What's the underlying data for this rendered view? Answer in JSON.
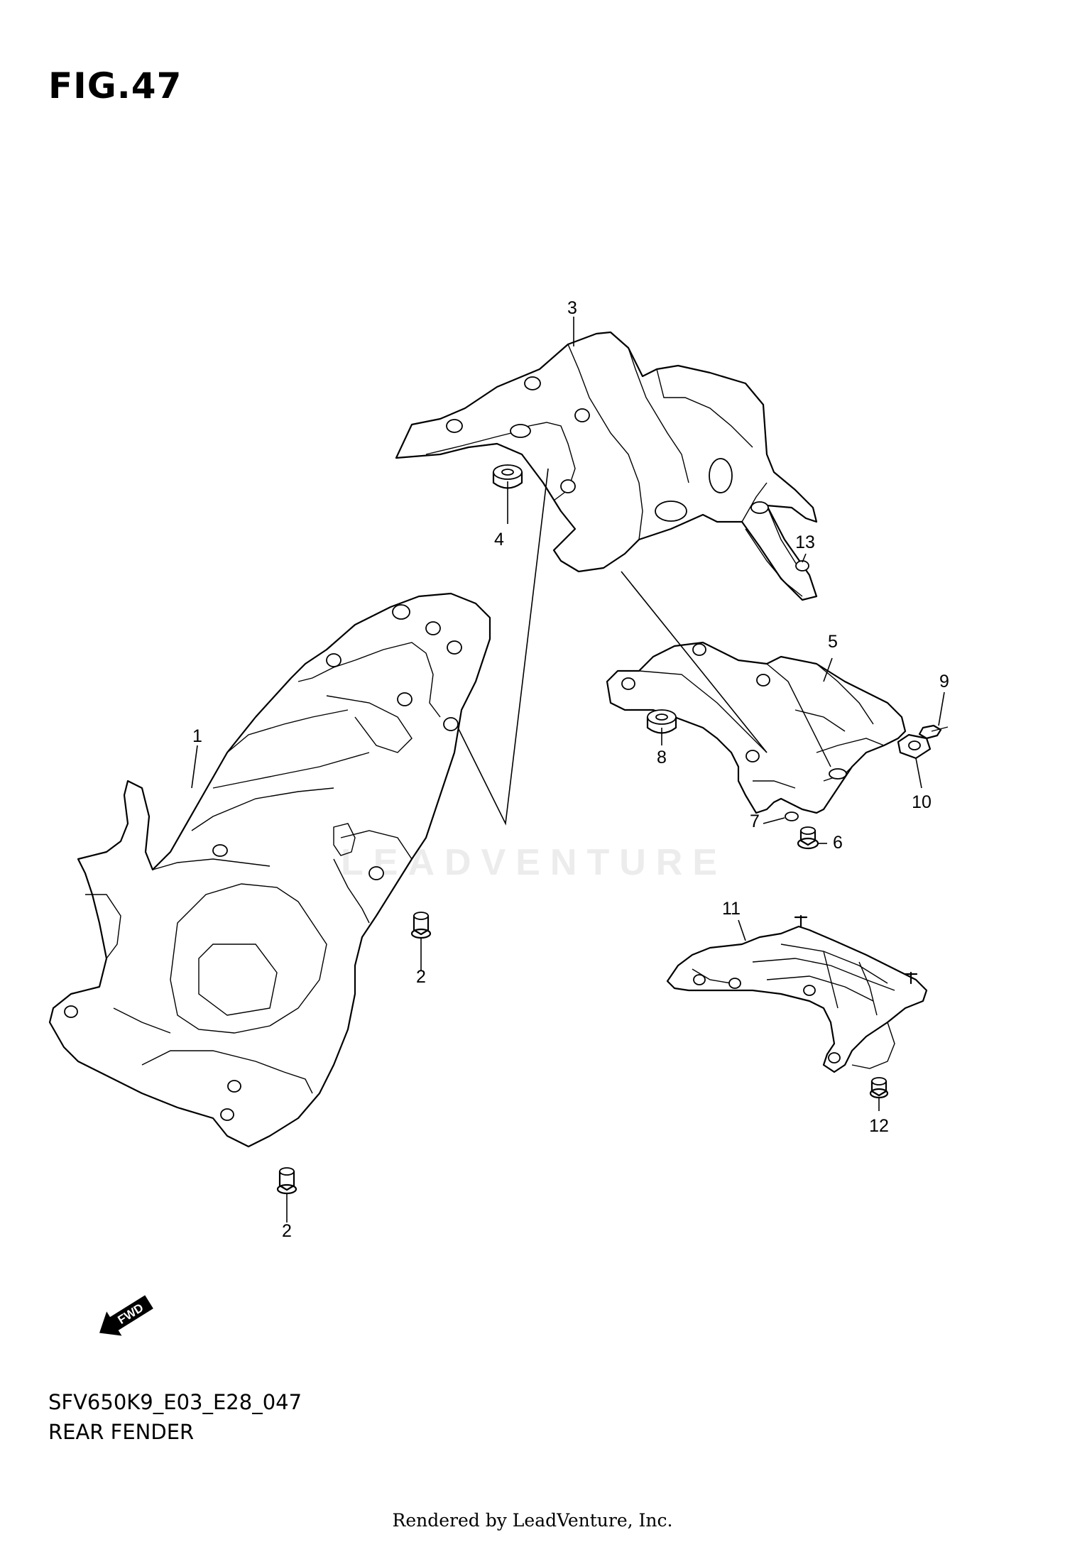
{
  "header": {
    "figure_label": "FIG.47"
  },
  "watermark": {
    "text": "LEADVENTURE"
  },
  "parts": {
    "1": "1",
    "2a": "2",
    "2b": "2",
    "3": "3",
    "4": "4",
    "5": "5",
    "6": "6",
    "7": "7",
    "8": "8",
    "9": "9",
    "10": "10",
    "11": "11",
    "12": "12",
    "13": "13"
  },
  "direction_marker": {
    "text": "FWD"
  },
  "footer": {
    "model_code": "SFV650K9_E03_E28_047",
    "section_name": "REAR FENDER",
    "rendered_by": "Rendered by LeadVenture, Inc."
  }
}
